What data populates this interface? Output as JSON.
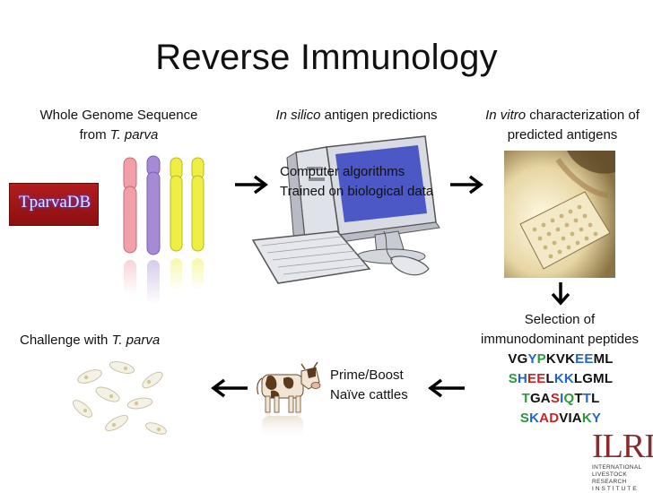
{
  "title": "Reverse Immunology",
  "steps": {
    "genome": {
      "line1": "Whole Genome Sequence",
      "line2_prefix": "from ",
      "line2_italic": "T. parva",
      "logo_text": "TparvaDB"
    },
    "in_silico": {
      "italic": "In silico",
      "rest": " antigen predictions",
      "note_line1": "Computer algorithms",
      "note_line2": "Trained on biological data"
    },
    "in_vitro": {
      "italic": "In vitro",
      "rest": " characterization of",
      "line2": "predicted antigens"
    },
    "selection": {
      "line1": "Selection of",
      "line2": "immunodominant peptides",
      "peptides": [
        [
          [
            "VG",
            "k"
          ],
          [
            "Y",
            "b"
          ],
          [
            "P",
            "g"
          ],
          [
            "KVK",
            "k"
          ],
          [
            "EE",
            "b"
          ],
          [
            "ML",
            "k"
          ]
        ],
        [
          [
            "S",
            "g"
          ],
          [
            "H",
            "b"
          ],
          [
            "EE",
            "r"
          ],
          [
            "L",
            "k"
          ],
          [
            "KK",
            "b"
          ],
          [
            "LGML",
            "k"
          ]
        ],
        [
          [
            "T",
            "g"
          ],
          [
            "GA",
            "k"
          ],
          [
            "S",
            "r"
          ],
          [
            "I",
            "b"
          ],
          [
            "Q",
            "g"
          ],
          [
            "T",
            "k"
          ],
          [
            "T",
            "b"
          ],
          [
            "L",
            "k"
          ]
        ],
        [
          [
            "S",
            "g"
          ],
          [
            "K",
            "b"
          ],
          [
            "AD",
            "r"
          ],
          [
            "VIA",
            "k"
          ],
          [
            "K",
            "g"
          ],
          [
            "Y",
            "b"
          ]
        ]
      ],
      "peptide_strings": [
        "VGYPKVKEEML",
        "SHEELKKLGML",
        "TGASIQTTL",
        "SKADVIAKY"
      ]
    },
    "prime_boost": {
      "line1": "Prime/Boost",
      "line2": "Naïve cattles"
    },
    "challenge": {
      "prefix": "Challenge with ",
      "italic": "T. parva"
    }
  },
  "logo": {
    "mark": "ILRI",
    "line1": "INTERNATIONAL",
    "line2": "LIVESTOCK RESEARCH",
    "line3": "INSTITUTE"
  },
  "colors": {
    "chrom_red": "#f0a0a6",
    "chrom_purple": "#a58ad6",
    "chrom_yellow": "#eeee44",
    "peptide_blue": "#2366c8",
    "peptide_red": "#cc2222",
    "peptide_green": "#2b9a3a"
  }
}
